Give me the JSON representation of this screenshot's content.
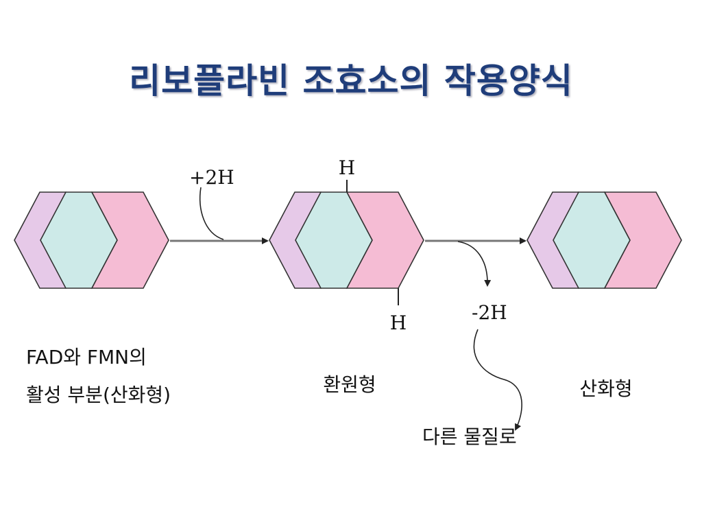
{
  "title": "리보플라빈 조효소의 작용양식",
  "colors": {
    "title": "#1f3d7a",
    "ring_purple": "#e6c9e8",
    "ring_cyan": "#cdeae8",
    "ring_pink": "#f5bcd4",
    "outline": "#333333",
    "arrow": "#777777"
  },
  "labels": {
    "plus_2h": "+2H",
    "minus_2h": "-2H",
    "h_top": "H",
    "h_bottom": "H",
    "fad_line1": "FAD와 FMN의",
    "fad_line2": "활성 부분(산화형)",
    "reduced": "환원형",
    "oxidized": "산화형",
    "other_material": "다른 물질로"
  }
}
